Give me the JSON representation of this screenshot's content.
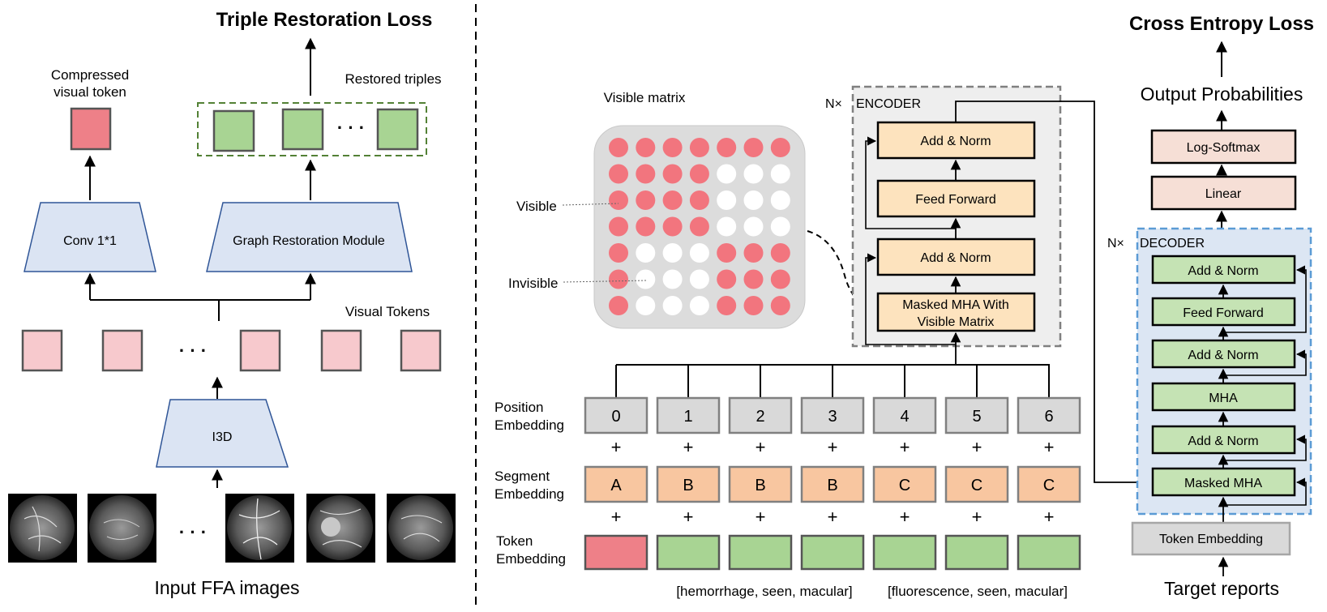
{
  "left": {
    "title": "Triple Restoration Loss",
    "compressed_label_line1": "Compressed",
    "compressed_label_line2": "visual token",
    "restored_label": "Restored triples",
    "visual_tokens_label": "Visual Tokens",
    "conv_label": "Conv 1*1",
    "graph_module_label": "Graph Restoration Module",
    "i3d_label": "I3D",
    "input_label": "Input FFA images",
    "ellipsis": "· · ·"
  },
  "middle": {
    "visible_matrix_label": "Visible matrix",
    "visible_label": "Visible",
    "invisible_label": "Invisible",
    "matrix": [
      [
        1,
        1,
        1,
        1,
        1,
        1,
        1
      ],
      [
        1,
        1,
        1,
        1,
        0,
        0,
        0
      ],
      [
        1,
        1,
        1,
        1,
        0,
        0,
        0
      ],
      [
        1,
        1,
        1,
        1,
        0,
        0,
        0
      ],
      [
        1,
        0,
        0,
        0,
        1,
        1,
        1
      ],
      [
        1,
        0,
        0,
        0,
        1,
        1,
        1
      ],
      [
        1,
        0,
        0,
        0,
        1,
        1,
        1
      ]
    ],
    "encoder": {
      "repeat": "N×",
      "title": "ENCODER",
      "add_norm_top": "Add & Norm",
      "feed_forward": "Feed Forward",
      "add_norm_bottom": "Add & Norm",
      "masked_mha_line1": "Masked MHA With",
      "masked_mha_line2": "Visible Matrix"
    },
    "position_label_line1": "Position",
    "position_label_line2": "Embedding",
    "segment_label_line1": "Segment",
    "segment_label_line2": "Embedding",
    "token_label_line1": "Token",
    "token_label_line2": "Embedding",
    "positions": [
      "0",
      "1",
      "2",
      "3",
      "4",
      "5",
      "6"
    ],
    "segments": [
      "A",
      "B",
      "B",
      "B",
      "C",
      "C",
      "C"
    ],
    "plus": "+",
    "triple1": "[hemorrhage, seen, macular]",
    "triple2": "[fluorescence, seen, macular]"
  },
  "right": {
    "title": "Cross Entropy Loss",
    "output_probabilities": "Output Probabilities",
    "log_softmax": "Log-Softmax",
    "linear": "Linear",
    "decoder": {
      "repeat": "N×",
      "title": "DECODER",
      "add_norm_1": "Add & Norm",
      "feed_forward": "Feed Forward",
      "add_norm_2": "Add & Norm",
      "mha": "MHA",
      "add_norm_3": "Add & Norm",
      "masked_mha": "Masked MHA"
    },
    "token_embedding": "Token Embedding",
    "target_reports": "Target reports"
  },
  "colors": {
    "pink_token": "#f7c9cd",
    "red_token": "#ee8088",
    "green_token": "#a8d493",
    "blue_module": "#dbe4f3",
    "orange_block": "#fde3be",
    "segment": "#f8c6a0",
    "position": "#d9d9d9",
    "decoder_green": "#c5e3b4",
    "decoder_bg": "#dce6f3",
    "peach": "#f6dfd6",
    "matrix_red": "#f2757e"
  }
}
